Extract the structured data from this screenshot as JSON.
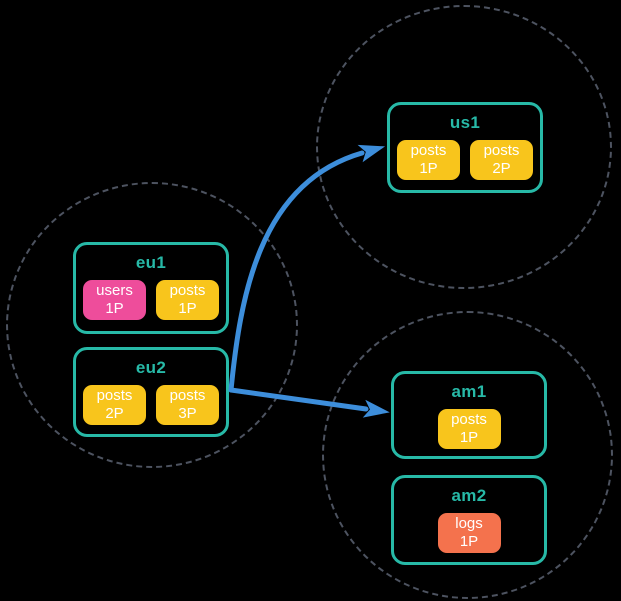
{
  "diagram": {
    "description": "Multi-region database topology with replication arrows",
    "colors": {
      "background": "#000000",
      "region_outline": "#4D5360",
      "node_outline": "#27B9A7",
      "node_label": "#27B9A7",
      "arrow": "#3D8EDB",
      "shard_text": "#FFFFFF",
      "shard_users": "#EE4D9B",
      "shard_posts": "#F8C51C",
      "shard_logs": "#F4724D"
    },
    "regions": [
      {
        "id": "eu",
        "nodes": [
          {
            "label": "eu1",
            "shards": [
              {
                "name": "users",
                "partition": "1P",
                "color": "#EE4D9B"
              },
              {
                "name": "posts",
                "partition": "1P",
                "color": "#F8C51C"
              }
            ]
          },
          {
            "label": "eu2",
            "shards": [
              {
                "name": "posts",
                "partition": "2P",
                "color": "#F8C51C"
              },
              {
                "name": "posts",
                "partition": "3P",
                "color": "#F8C51C"
              }
            ]
          }
        ]
      },
      {
        "id": "us",
        "nodes": [
          {
            "label": "us1",
            "shards": [
              {
                "name": "posts",
                "partition": "1P",
                "color": "#F8C51C"
              },
              {
                "name": "posts",
                "partition": "2P",
                "color": "#F8C51C"
              }
            ]
          }
        ]
      },
      {
        "id": "am",
        "nodes": [
          {
            "label": "am1",
            "shards": [
              {
                "name": "posts",
                "partition": "1P",
                "color": "#F8C51C"
              }
            ]
          },
          {
            "label": "am2",
            "shards": [
              {
                "name": "logs",
                "partition": "1P",
                "color": "#F4724D"
              }
            ]
          }
        ]
      }
    ],
    "arrows": [
      {
        "from": "eu2",
        "to": "us1"
      },
      {
        "from": "eu2",
        "to": "am1"
      }
    ]
  }
}
